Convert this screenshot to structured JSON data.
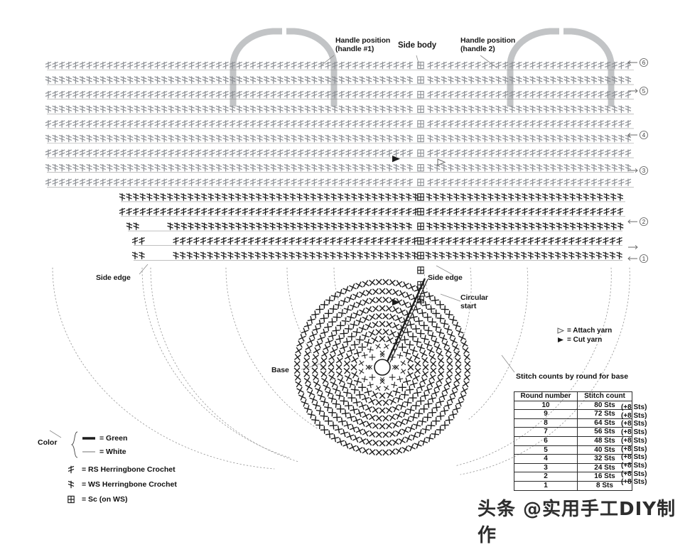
{
  "diagram": {
    "title": "Crochet bag chart — herringbone crochet body with circular base",
    "labels": {
      "handle1": "Handle position\n(handle #1)",
      "side_body": "Side body",
      "handle2": "Handle position\n(handle 2)",
      "side_edge_left": "Side edge",
      "side_edge_right": "Side edge",
      "circular_start": "Circular\nstart",
      "base": "Base"
    },
    "row_markers": [
      {
        "number": "6",
        "direction": "left"
      },
      {
        "number": "5",
        "direction": "right"
      },
      {
        "number": "4",
        "direction": "left"
      },
      {
        "number": "3",
        "direction": "right"
      },
      {
        "number": "2",
        "direction": "left"
      },
      {
        "number": "1",
        "direction": "left"
      }
    ],
    "extra_arrow": {
      "direction": "right"
    }
  },
  "yarn_legend": [
    {
      "symbol": "attach-yarn-triangle",
      "label": "= Attach yarn"
    },
    {
      "symbol": "cut-yarn-triangle",
      "label": "= Cut yarn"
    }
  ],
  "color_legend": {
    "title": "Color",
    "items": [
      {
        "swatch": "#1c1c1c",
        "label": "= Green"
      },
      {
        "swatch": "#b9b9b9",
        "label": "= White"
      }
    ]
  },
  "stitch_legend": [
    {
      "symbol": "rs-herringbone",
      "label": "= RS Herringbone Crochet"
    },
    {
      "symbol": "ws-herringbone",
      "label": "= WS Herringbone Crochet"
    },
    {
      "symbol": "sc-on-ws",
      "label": "= Sc (on WS)"
    }
  ],
  "stitch_counts": {
    "title": "Stitch counts by\nround for base",
    "headers": [
      "Round number",
      "Stitch count"
    ],
    "rows": [
      {
        "round": "10",
        "count": "80 Sts",
        "delta": "(+8 Sts)"
      },
      {
        "round": "9",
        "count": "72 Sts",
        "delta": "(+8 Sts)"
      },
      {
        "round": "8",
        "count": "64 Sts",
        "delta": "(+8 Sts)"
      },
      {
        "round": "7",
        "count": "56 Sts",
        "delta": "(+8 Sts)"
      },
      {
        "round": "6",
        "count": "48 Sts",
        "delta": "(+8 Sts)"
      },
      {
        "round": "5",
        "count": "40 Sts",
        "delta": "(+8 Sts)"
      },
      {
        "round": "4",
        "count": "32 Sts",
        "delta": "(+8 Sts)"
      },
      {
        "round": "3",
        "count": "24 Sts",
        "delta": "(+8 Sts)"
      },
      {
        "round": "2",
        "count": "16 Sts",
        "delta": "(+8 Sts)"
      },
      {
        "round": "1",
        "count": "8 Sts",
        "delta": "(+8 Sts)"
      }
    ]
  },
  "watermark": "头条 @实用手工DIY制作",
  "colors": {
    "ink": "#1c1c1c",
    "light_stitch": "#8e9196",
    "handle_gray": "#c2c4c6",
    "guide": "#9a9a9a",
    "table_border": "#2b2b2b"
  }
}
